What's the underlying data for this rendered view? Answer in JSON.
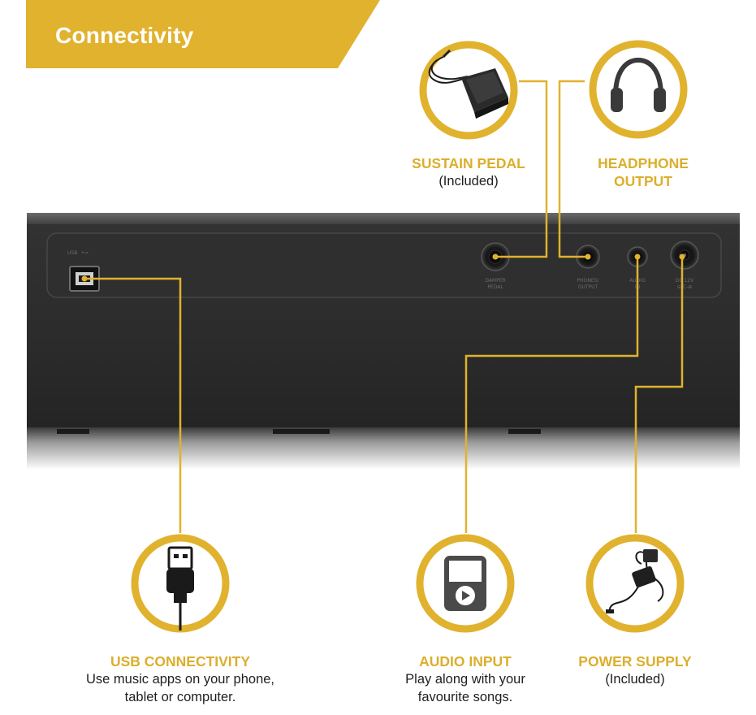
{
  "banner": {
    "title": "Connectivity"
  },
  "panel_labels": {
    "usb": "USB",
    "damper_line1": "DAMPER",
    "damper_line2": "PEDAL",
    "phones_line1": "PHONES/",
    "phones_line2": "OUTPUT",
    "audio_line1": "AUDIO",
    "audio_line2": "IN",
    "dc_line1": "DC 12V"
  },
  "features": {
    "sustain": {
      "title": "SUSTAIN PEDAL",
      "desc": "(Included)"
    },
    "headphone": {
      "title_line1": "HEADPHONE",
      "title_line2": "OUTPUT"
    },
    "usb": {
      "title": "USB CONNECTIVITY",
      "desc_line1": "Use music apps on your phone,",
      "desc_line2": "tablet or computer."
    },
    "audio": {
      "title": "AUDIO INPUT",
      "desc_line1": "Play along with your",
      "desc_line2": "favourite songs."
    },
    "power": {
      "title": "POWER SUPPLY",
      "desc": "(Included)"
    }
  },
  "icons": {
    "sustain": "sustain-pedal-icon",
    "headphone": "headphones-icon",
    "usb": "usb-cable-icon",
    "audio": "media-player-icon",
    "power": "power-adapter-icon"
  },
  "colors": {
    "accent": "#e0b22e",
    "panel": "#2e2e2e",
    "text": "#1f1f1f"
  }
}
